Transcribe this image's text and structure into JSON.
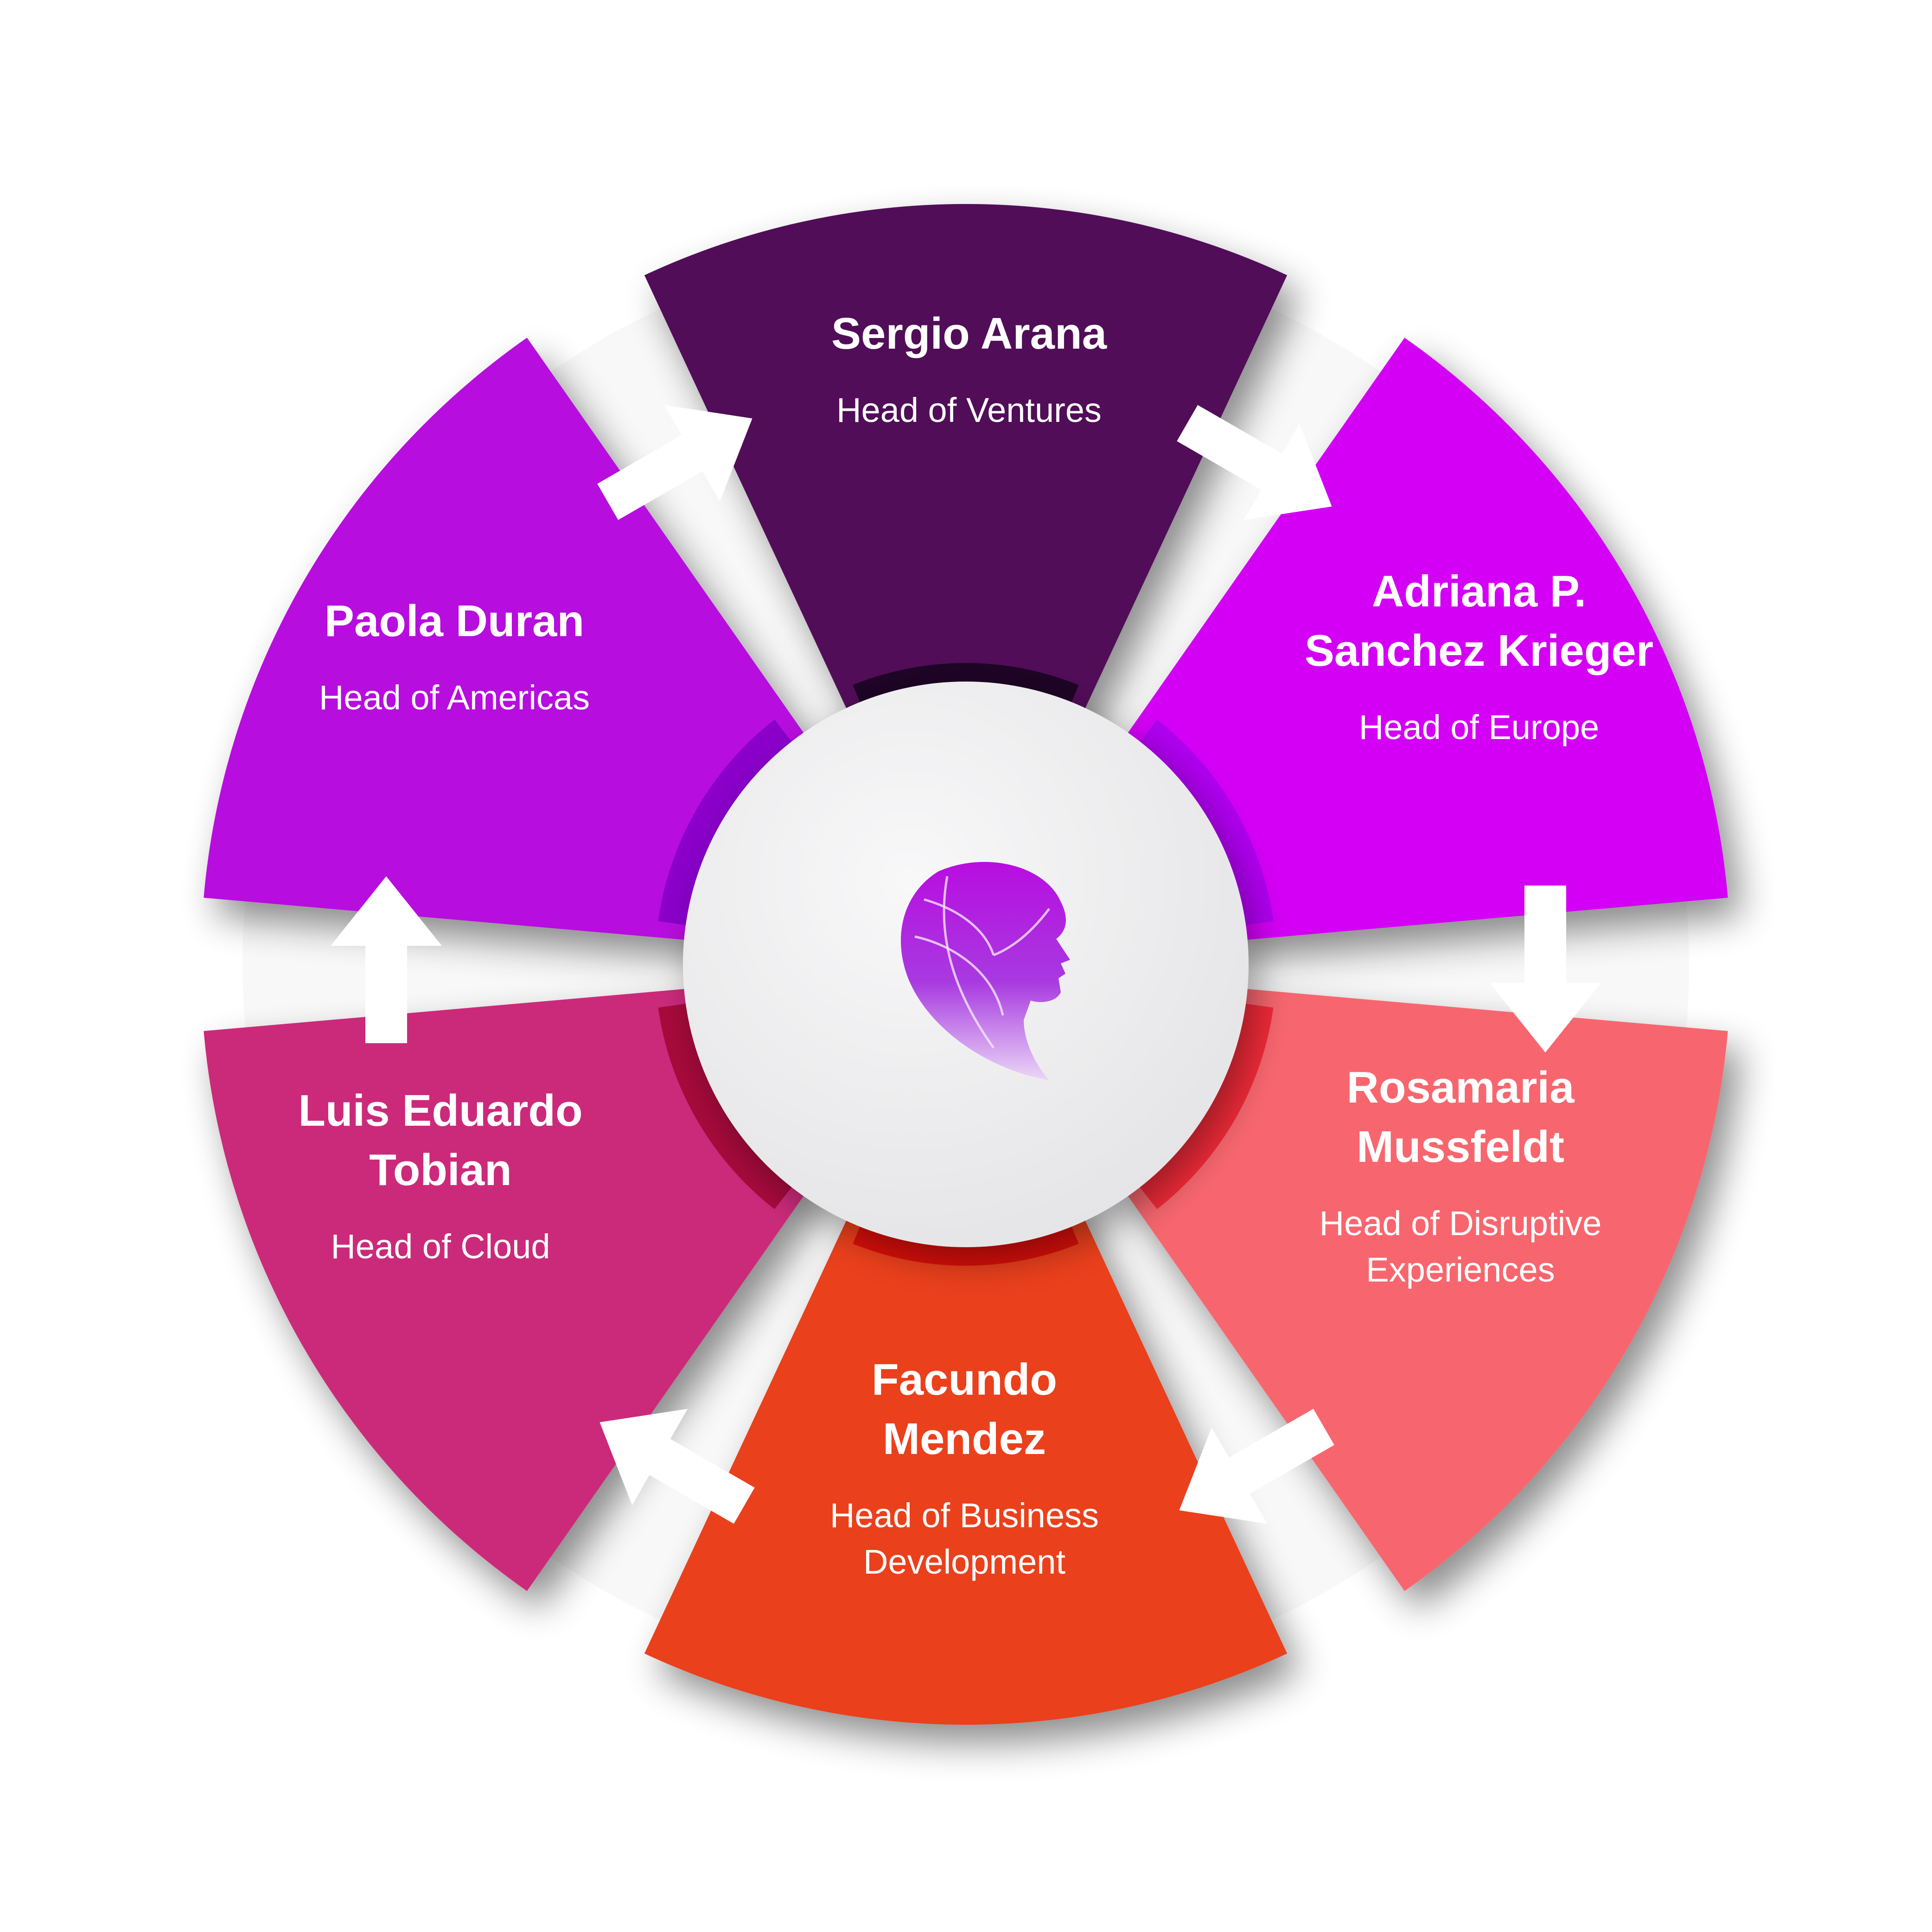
{
  "diagram": {
    "center_logo": "woman-profile-logo",
    "segments": [
      {
        "id": "top",
        "name_lines": [
          "Sergio Arana"
        ],
        "role_lines": [
          "Head of Ventures"
        ],
        "color": "#510A59",
        "ring_color": "#1E0426"
      },
      {
        "id": "upper-right",
        "name_lines": [
          "Adriana P.",
          "Sanchez Krieger"
        ],
        "role_lines": [
          "Head of Europe"
        ],
        "color": "#D300F5",
        "ring_color": "#B000F0"
      },
      {
        "id": "lower-right",
        "name_lines": [
          "Rosamaria",
          "Mussfeldt"
        ],
        "role_lines": [
          "Head of Disruptive",
          "Experiences"
        ],
        "color": "#F7666E",
        "ring_color": "#F02A38"
      },
      {
        "id": "bottom",
        "name_lines": [
          "Facundo",
          "Mendez"
        ],
        "role_lines": [
          "Head of Business",
          "Development"
        ],
        "color": "#EA3F1F",
        "ring_color": "#DA0E0A"
      },
      {
        "id": "lower-left",
        "name_lines": [
          "Luis Eduardo",
          "Tobian"
        ],
        "role_lines": [
          "Head of Cloud"
        ],
        "color": "#CB2A7A",
        "ring_color": "#A70A3C"
      },
      {
        "id": "upper-left",
        "name_lines": [
          "Paola Duran"
        ],
        "role_lines": [
          "Head of Americas"
        ],
        "color": "#B70BDE",
        "ring_color": "#8B00CB"
      }
    ],
    "arrow_color": "#FFFFFF",
    "hub_color": "#EEEEEF"
  }
}
